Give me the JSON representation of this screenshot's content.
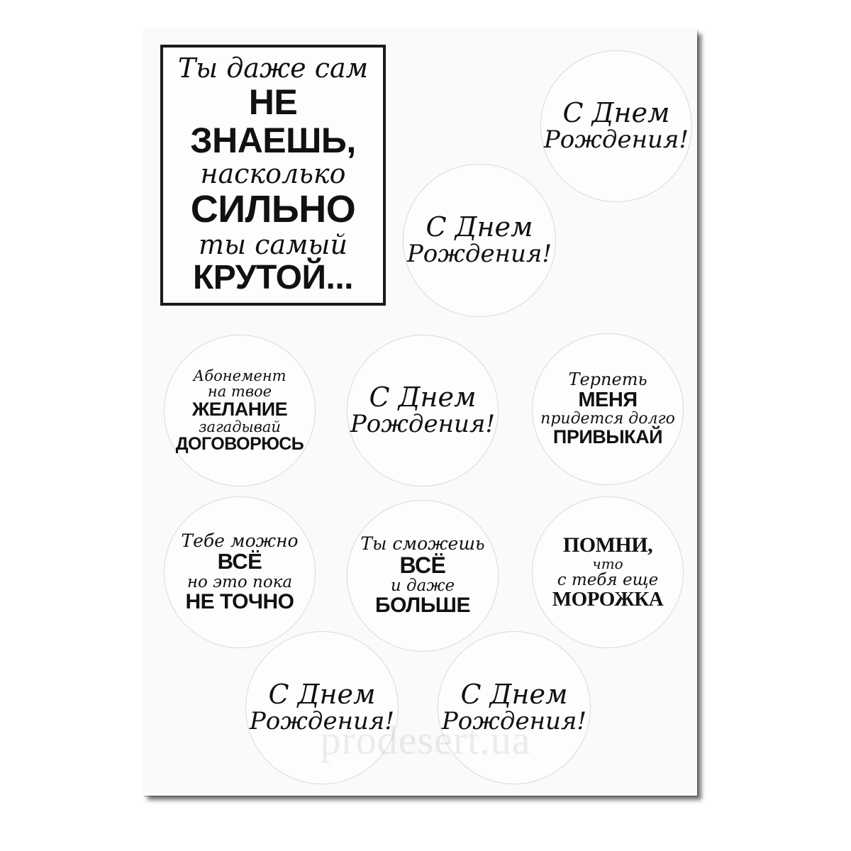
{
  "quote": {
    "line1": "Ты даже сам",
    "line2": "НЕ ЗНАЕШЬ,",
    "line3": "насколько",
    "line4": "СИЛЬНО",
    "line5": "ты самый",
    "line6": "КРУТОЙ..."
  },
  "birthday": {
    "line1": "С Днем",
    "line2": "Рождения!"
  },
  "abonement": {
    "line1": "Абонемент",
    "line2": "на твое",
    "line3": "ЖЕЛАНИЕ",
    "line4": "загадывай",
    "line5": "ДОГОВОРЮСЬ"
  },
  "terpet": {
    "line1": "Терпеть",
    "line2": "МЕНЯ",
    "line3": "придется долго",
    "line4": "ПРИВЫКАЙ"
  },
  "tebe": {
    "line1": "Тебе можно",
    "line2": "ВСЁ",
    "line3": "но это пока",
    "line4": "НЕ ТОЧНО"
  },
  "smozhesh": {
    "line1": "Ты сможешь",
    "line2": "ВСЁ",
    "line3": "и даже",
    "line4": "БОЛЬШЕ"
  },
  "pomni": {
    "line1": "ПОМНИ,",
    "line2": "что",
    "line3": "с тебя еще",
    "line4": "МОРОЖКА"
  },
  "watermark": "prodesert.ua"
}
